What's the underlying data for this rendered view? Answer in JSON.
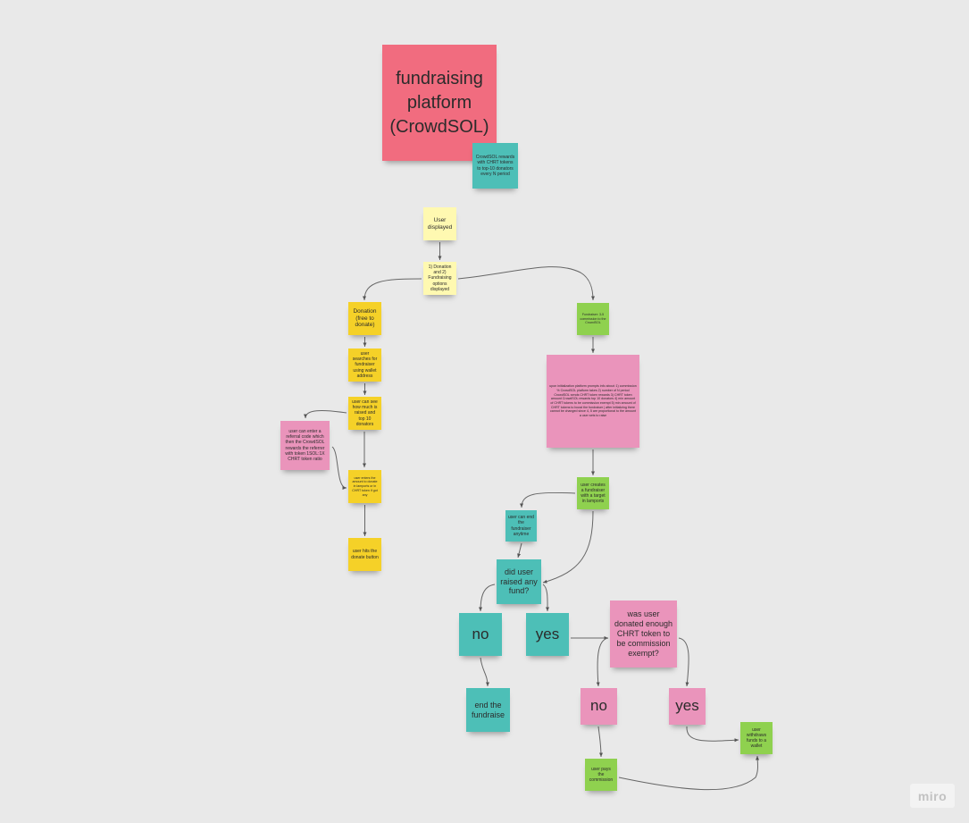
{
  "board": {
    "brand_logo": "miro",
    "notes": [
      {
        "id": "title",
        "text": "fundraising platform (CrowdSOL)",
        "color": "red"
      },
      {
        "id": "crowdsol-rewards",
        "text": "CrowdSOL rewards with CHRT tokens to top-10 donators every N period",
        "color": "teal"
      },
      {
        "id": "user-displayed",
        "text": "User displayed",
        "color": "yellow"
      },
      {
        "id": "options-displayed",
        "text": "1) Donation and 2) Fundraising options displayed",
        "color": "yellow"
      },
      {
        "id": "donation",
        "text": "Donation (free to donate)",
        "color": "orange"
      },
      {
        "id": "user-searches",
        "text": "user searches for fundraiser using wallet address",
        "color": "orange"
      },
      {
        "id": "user-can-see",
        "text": "user can see how much is raised and top 10 donators",
        "color": "orange"
      },
      {
        "id": "referral-code",
        "text": "user can enter a referral code which then the CrowdSOL rewards the referrer with token 1SOL:1X CHRT token ratio",
        "color": "pink"
      },
      {
        "id": "user-enters-amount",
        "text": "user enters the amount to donate in lamports or in CHRT token if got any",
        "color": "orange"
      },
      {
        "id": "hits-donate",
        "text": "user hits the donate button",
        "color": "orange"
      },
      {
        "id": "fundraiser-commission",
        "text": "Fundraiser: 3-5 commission to the CrowdSOL",
        "color": "green"
      },
      {
        "id": "platform-info",
        "text": "upon initialization platform prompts info about: 1) commission % CrowdSOL platform takes 2) number of N period CrowdSOL sends CHRT token rewards 3) CHRT token amount CrowdSOL rewards top 10 donators 4) min amount of CHRT tokens to be commission exempt 5) min amount of CHRT tokens to boost the fundraiser | after initializing there cannot be changed since 4, 5 are proportional to the amount a user sets to raise",
        "color": "pink"
      },
      {
        "id": "creates-fundraiser",
        "text": "user creates a fundraiser with a target in lamports",
        "color": "green"
      },
      {
        "id": "end-anytime",
        "text": "user can end the fundraiser anytime",
        "color": "teal"
      },
      {
        "id": "raised-any-fund",
        "text": "did user raised any fund?",
        "color": "teal"
      },
      {
        "id": "no-1",
        "text": "no",
        "color": "teal"
      },
      {
        "id": "yes-1",
        "text": "yes",
        "color": "teal"
      },
      {
        "id": "end-fundraise",
        "text": "end the fundraise",
        "color": "teal"
      },
      {
        "id": "commission-exempt",
        "text": "was user donated enough CHRT token to be commission exempt?",
        "color": "pink"
      },
      {
        "id": "no-2",
        "text": "no",
        "color": "pink"
      },
      {
        "id": "yes-2",
        "text": "yes",
        "color": "pink"
      },
      {
        "id": "pays-commission",
        "text": "user pays the commission",
        "color": "green"
      },
      {
        "id": "withdraws",
        "text": "user withdraws funds to a wallet",
        "color": "green"
      }
    ],
    "connectors": [
      [
        "user-displayed",
        "options-displayed"
      ],
      [
        "options-displayed",
        "donation"
      ],
      [
        "options-displayed",
        "fundraiser-commission"
      ],
      [
        "donation",
        "user-searches"
      ],
      [
        "user-searches",
        "user-can-see"
      ],
      [
        "user-can-see",
        "referral-code"
      ],
      [
        "user-can-see",
        "user-enters-amount"
      ],
      [
        "referral-code",
        "user-enters-amount"
      ],
      [
        "user-enters-amount",
        "hits-donate"
      ],
      [
        "fundraiser-commission",
        "platform-info"
      ],
      [
        "platform-info",
        "creates-fundraiser"
      ],
      [
        "creates-fundraiser",
        "end-anytime"
      ],
      [
        "creates-fundraiser",
        "raised-any-fund"
      ],
      [
        "end-anytime",
        "raised-any-fund"
      ],
      [
        "raised-any-fund",
        "no-1"
      ],
      [
        "raised-any-fund",
        "yes-1"
      ],
      [
        "no-1",
        "end-fundraise"
      ],
      [
        "yes-1",
        "commission-exempt"
      ],
      [
        "commission-exempt",
        "no-2"
      ],
      [
        "commission-exempt",
        "yes-2"
      ],
      [
        "no-2",
        "pays-commission"
      ],
      [
        "yes-2",
        "withdraws"
      ],
      [
        "pays-commission",
        "withdraws"
      ]
    ]
  }
}
